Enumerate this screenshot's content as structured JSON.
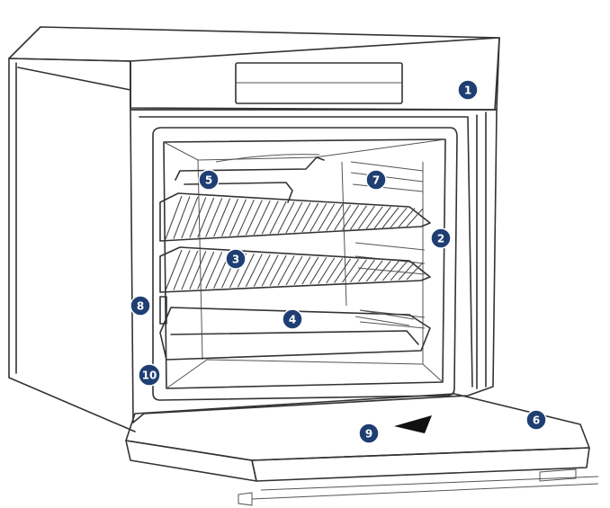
{
  "colors": {
    "badge_fill": "#1f3f73",
    "badge_stroke": "#ffffff",
    "badge_text": "#ffffff",
    "line": "#333333"
  },
  "callouts": [
    {
      "label": "1",
      "part": "control-panel"
    },
    {
      "label": "2",
      "part": "side-rail"
    },
    {
      "label": "3",
      "part": "wire-shelf-lower"
    },
    {
      "label": "4",
      "part": "baking-tray"
    },
    {
      "label": "5",
      "part": "top-heating-element"
    },
    {
      "label": "6",
      "part": "door"
    },
    {
      "label": "7",
      "part": "shelf-supports"
    },
    {
      "label": "8",
      "part": "door-seal-left"
    },
    {
      "label": "9",
      "part": "door-handle"
    },
    {
      "label": "10",
      "part": "cavity-frame"
    }
  ]
}
